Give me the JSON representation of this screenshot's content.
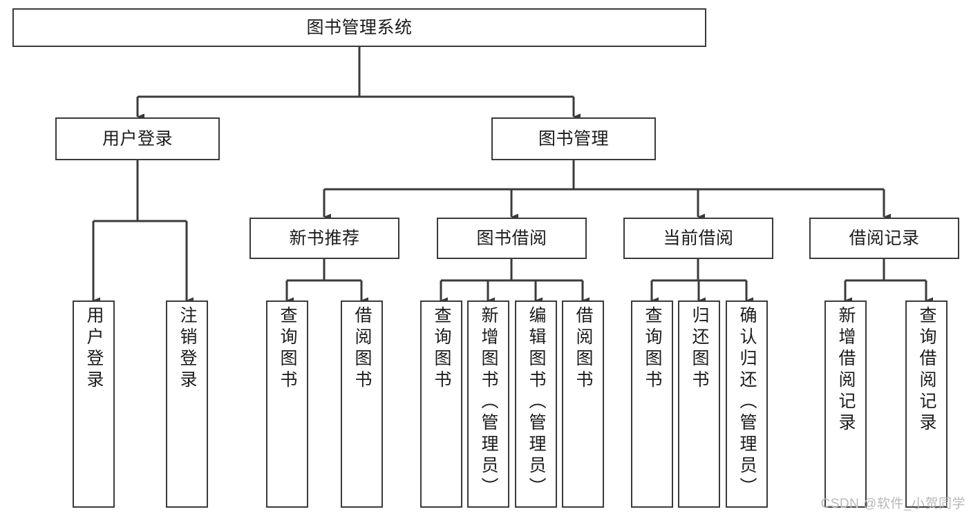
{
  "diagram": {
    "title": "图书管理系统",
    "type": "tree-hierarchy-diagram",
    "watermark": "CSDN @软件_小贺同学",
    "style": {
      "box_border": "#3a3a3a",
      "box_fill": "#ffffff",
      "connector": "#3a3a3a",
      "text": "#1b1b1b",
      "background": "#ffffff",
      "watermark_color": "#b9b9b9"
    },
    "nodes": {
      "root": {
        "label": "图书管理系统"
      },
      "tier2": [
        {
          "label": "用户登录"
        },
        {
          "label": "图书管理"
        }
      ],
      "tier3": [
        {
          "label": "新书推荐"
        },
        {
          "label": "图书借阅"
        },
        {
          "label": "当前借阅"
        },
        {
          "label": "借阅记录"
        }
      ],
      "leaves": {
        "user_login": [
          {
            "label": "用户登录"
          },
          {
            "label": "注销登录"
          }
        ],
        "new_book": [
          {
            "label": "查询图书"
          },
          {
            "label": "借阅图书"
          }
        ],
        "book_borrow": [
          {
            "label": "查询图书"
          },
          {
            "label": "新增图书（管理员）"
          },
          {
            "label": "编辑图书（管理员）"
          },
          {
            "label": "借阅图书"
          }
        ],
        "current_borrow": [
          {
            "label": "查询图书"
          },
          {
            "label": "归还图书"
          },
          {
            "label": "确认归还（管理员）"
          }
        ],
        "borrow_record": [
          {
            "label": "新增借阅记录"
          },
          {
            "label": "查询借阅记录"
          }
        ]
      }
    }
  }
}
